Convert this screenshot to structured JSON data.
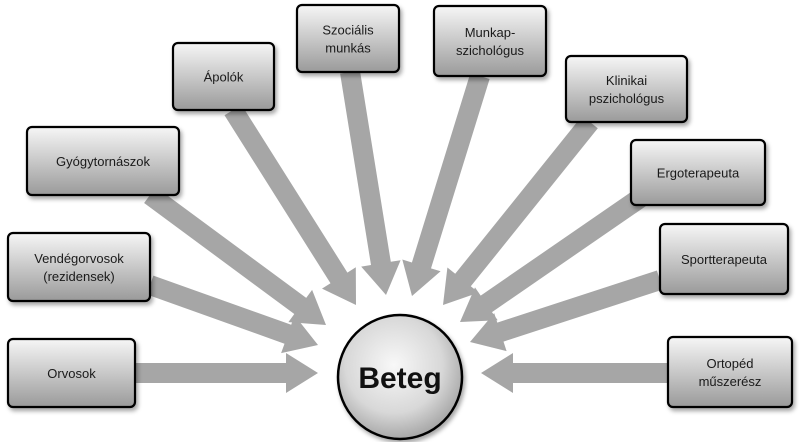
{
  "center": {
    "label": "Beteg"
  },
  "nodes": [
    {
      "id": "orvosok",
      "lines": [
        "Orvosok"
      ]
    },
    {
      "id": "vendegorvosok",
      "lines": [
        "Vendégorvosok",
        "(rezidensek)"
      ]
    },
    {
      "id": "gyogytornaszok",
      "lines": [
        "Gyógytornászok"
      ]
    },
    {
      "id": "apolok",
      "lines": [
        "Ápolók"
      ]
    },
    {
      "id": "szocialis-munkas",
      "lines": [
        "Szociális",
        "munkás"
      ]
    },
    {
      "id": "munkapszichologus",
      "lines": [
        "Munkap-",
        "szichológus"
      ]
    },
    {
      "id": "klinikai-pszichologus",
      "lines": [
        "Klinikai",
        "pszichológus"
      ]
    },
    {
      "id": "ergoterapeuta",
      "lines": [
        "Ergoterapeuta"
      ]
    },
    {
      "id": "sportterapeuta",
      "lines": [
        "Sportterapeuta"
      ]
    },
    {
      "id": "ortoped-muszeresz",
      "lines": [
        "Ortopéd",
        "műszerész"
      ]
    }
  ],
  "colors": {
    "box_fill_top": "#f4f4f4",
    "box_fill_bottom": "#9e9e9e",
    "arrow": "#a6a6a6",
    "stroke": "#000000"
  }
}
